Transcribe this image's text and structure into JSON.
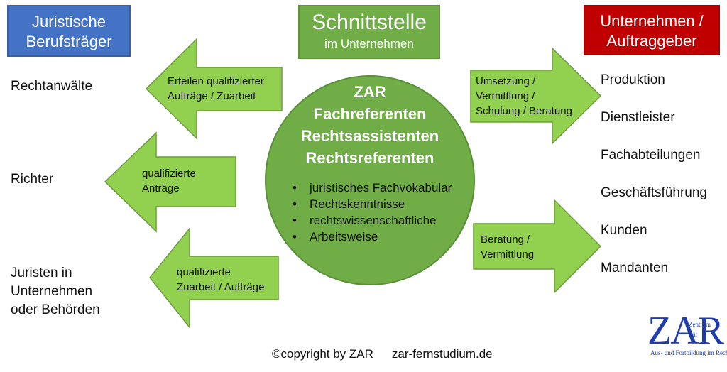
{
  "header": {
    "left_box": {
      "line1": "Juristische",
      "line2": "Berufsträger",
      "color": "#4472c4"
    },
    "center_box": {
      "title": "Schnittstelle",
      "subtitle": "im Unternehmen",
      "color": "#70ad47"
    },
    "right_box": {
      "line1": "Unternehmen /",
      "line2": "Auftraggeber",
      "color": "#c00000"
    }
  },
  "left_labels": {
    "rechtsanwaelte": "Rechtanwälte",
    "richter": "Richter",
    "juristen_l1": "Juristen in",
    "juristen_l2": "Unternehmen",
    "juristen_l3": "oder Behörden"
  },
  "left_arrows": [
    {
      "line1": "Erteilen qualifizierter",
      "line2": "Aufträge / Zuarbeit"
    },
    {
      "line1": "qualifizierte",
      "line2": "Anträge"
    },
    {
      "line1": "qualifizierte",
      "line2": "Zuarbeit / Aufträge"
    }
  ],
  "center": {
    "title_lines": [
      "ZAR",
      "Fachreferenten",
      "Rechtsassistenten",
      "Rechtsreferenten"
    ],
    "bullets": [
      "juristisches Fachvokabular",
      "Rechtskenntnisse",
      "rechtswissenschaftliche",
      "Arbeitsweise"
    ]
  },
  "right_arrows": [
    {
      "line1": "Umsetzung /",
      "line2": "Vermittlung /",
      "line3": "Schulung / Beratung"
    },
    {
      "line1": "Beratung /",
      "line2": "Vermittlung"
    }
  ],
  "right_labels": [
    "Produktion",
    "Dienstleister",
    "Fachabteilungen",
    "Geschäftsführung",
    "Kunden",
    "Mandanten"
  ],
  "footer": {
    "copyright": "©copyright by ZAR",
    "website": "zar-fernstudium.de"
  },
  "logo": {
    "letters": "ZAR",
    "line1": "Zentrum",
    "line2": "für",
    "line3": "Aus- und Fortbildung im Recht"
  },
  "arrow_color": "#92d050"
}
